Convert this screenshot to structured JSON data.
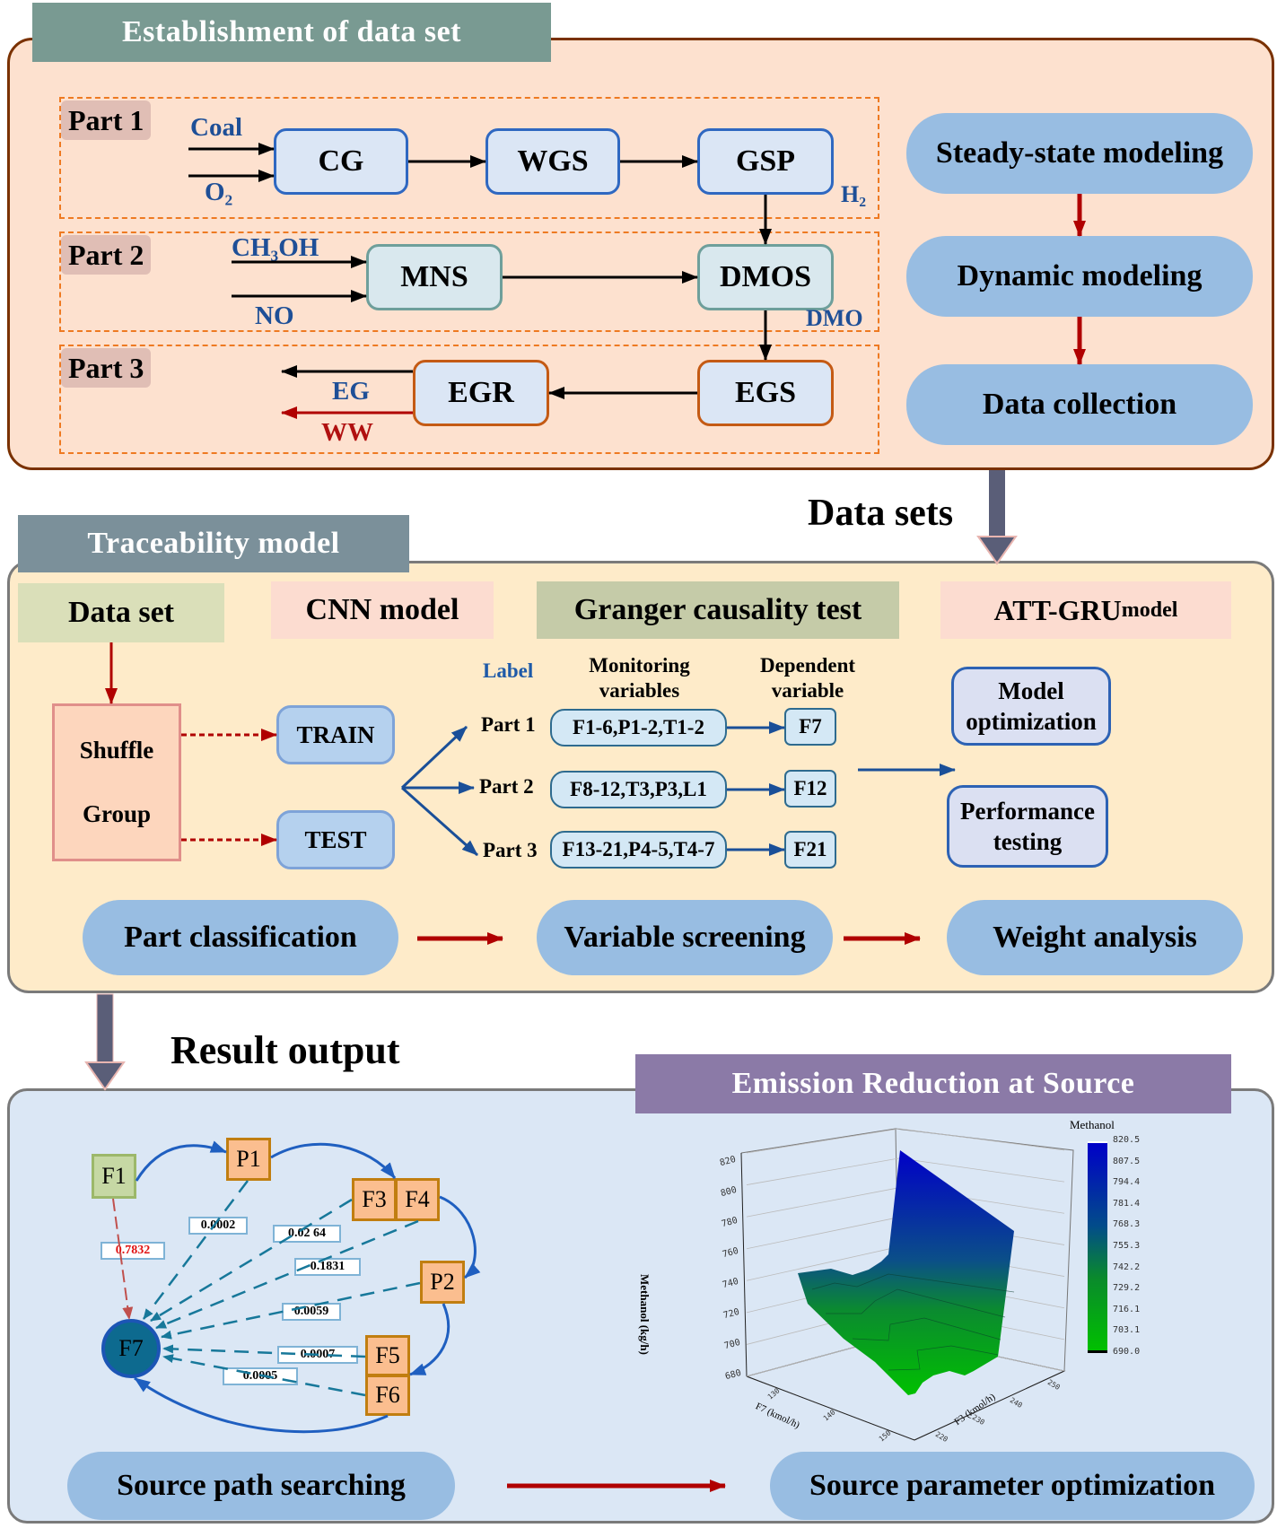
{
  "section1": {
    "title": "Establishment of data set",
    "parts": [
      "Part 1",
      "Part 2",
      "Part 3"
    ],
    "units": {
      "cg": "CG",
      "wgs": "WGS",
      "gsp": "GSP",
      "mns": "MNS",
      "dmos": "DMOS",
      "egs": "EGS",
      "egr": "EGR"
    },
    "streams": {
      "coal": "Coal",
      "o2": "O₂",
      "h2": "H₂",
      "ch3oh": "CH₃OH",
      "no": "NO",
      "dmo": "DMO",
      "eg": "EG",
      "ww": "WW"
    },
    "steps": [
      "Steady-state  modeling",
      "Dynamic modeling",
      "Data collection"
    ]
  },
  "connector1": "Data sets",
  "section2": {
    "title": "Traceability model",
    "headers": {
      "dataset": "Data set",
      "cnn": "CNN model",
      "granger": "Granger causality test",
      "attgru_main": "ATT-GRU",
      "attgru_sub": " model"
    },
    "shuffle": "Shuffle",
    "group": "Group",
    "train": "TRAIN",
    "test": "TEST",
    "col_label": "Label",
    "col_monitoring": [
      "Monitoring",
      "variables"
    ],
    "col_dependent": [
      "Dependent",
      "variable"
    ],
    "rows": [
      {
        "part": "Part 1",
        "monitoring": "F1-6,P1-2,T1-2",
        "dependent": "F7"
      },
      {
        "part": "Part 2",
        "monitoring": "F8-12,T3,P3,L1",
        "dependent": "F12"
      },
      {
        "part": "Part 3",
        "monitoring": "F13-21,P4-5,T4-7",
        "dependent": "F21"
      }
    ],
    "model_optimization": [
      "Model",
      "optimization"
    ],
    "performance_testing": [
      "Performance",
      "testing"
    ],
    "stages": [
      "Part classification",
      "Variable screening",
      "Weight analysis"
    ]
  },
  "connector2": "Result output",
  "section3": {
    "title": "Emission Reduction at Source",
    "graph": {
      "nodes": {
        "f1": "F1",
        "p1": "P1",
        "f3": "F3",
        "f4": "F4",
        "p2": "P2",
        "f5": "F5",
        "f6": "F6",
        "f7": "F7"
      },
      "weights": {
        "f1": "0.7832",
        "p1": "0.0002",
        "f3": "0.02 64",
        "f4": "0.1831",
        "p2": "0.0059",
        "f5": "0.0007",
        "f6": "0.0005"
      }
    },
    "stages": [
      "Source path searching",
      "Source parameter optimization"
    ]
  },
  "chart_data": {
    "type": "surface3d",
    "title": "",
    "zlabel": "Methanol (kg/h)",
    "xlabel": "F7 (kmol/h)",
    "ylabel": "F3 (kmol/h)",
    "z_ticks": [
      "680",
      "700",
      "720",
      "740",
      "760",
      "780",
      "800",
      "820"
    ],
    "x_ticks": [
      "130",
      "140",
      "150"
    ],
    "y_ticks": [
      "220",
      "230",
      "240",
      "250"
    ],
    "zlim": [
      680,
      820
    ],
    "colorbar": {
      "title": "Methanol",
      "ticks": [
        "820.5",
        "807.5",
        "794.4",
        "781.4",
        "768.3",
        "755.3",
        "742.2",
        "729.2",
        "716.1",
        "703.1",
        "690.0"
      ],
      "range": [
        690.0,
        820.5
      ],
      "colors": [
        "#0000c8",
        "#00c000"
      ]
    },
    "surface_summary": {
      "min": 690,
      "max": 820.5,
      "max_location": "high F3, low F7 corner",
      "min_location": "low F7 front edge"
    },
    "grid": true
  }
}
